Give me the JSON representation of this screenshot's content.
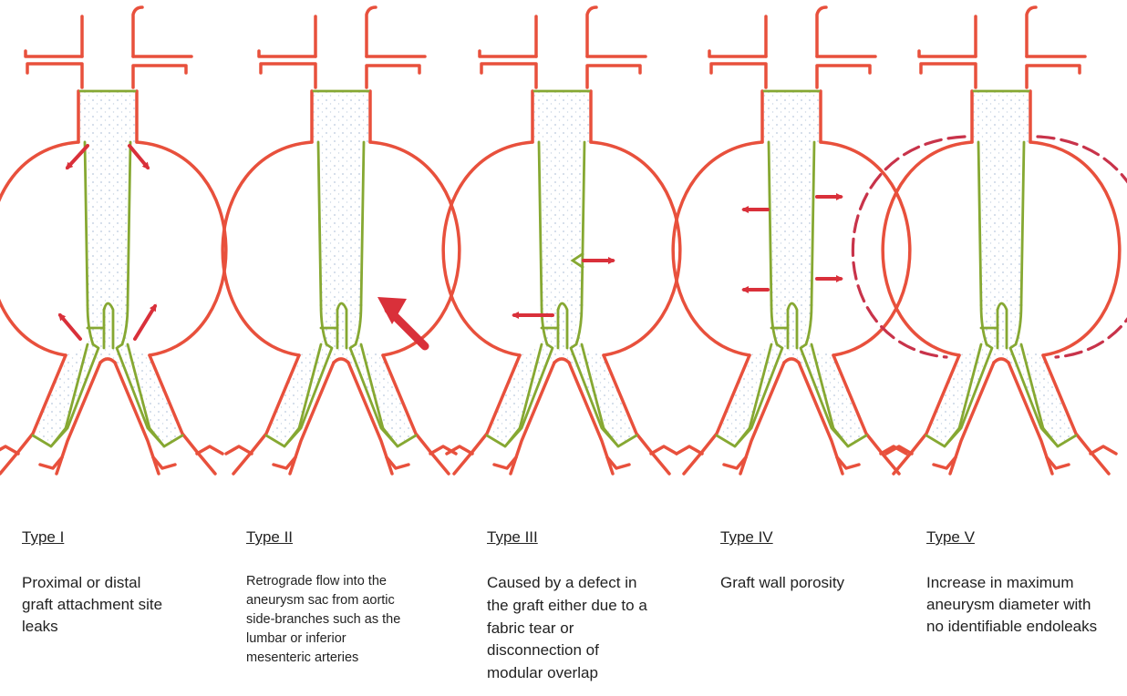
{
  "colors": {
    "vessel": "#e8503c",
    "graft": "#86a832",
    "arrow": "#d9303a",
    "dashed": "#c8334a",
    "stipple": "#b8c8dc"
  },
  "panels": [
    {
      "id": "type1",
      "title": "Type I",
      "description": [
        "Proximal or distal",
        "graft attachment site",
        "leaks"
      ]
    },
    {
      "id": "type2",
      "title": "Type II",
      "description": [
        "Retrograde flow into the",
        "aneurysm sac from aortic",
        "side-branches such as the",
        "lumbar or inferior",
        "mesenteric arteries"
      ]
    },
    {
      "id": "type3",
      "title": "Type III",
      "description": [
        "Caused by a defect in",
        "the graft either due to a",
        "fabric tear or",
        "disconnection of",
        "modular overlap"
      ]
    },
    {
      "id": "type4",
      "title": "Type IV",
      "description": [
        "Graft wall porosity"
      ]
    },
    {
      "id": "type5",
      "title": "Type V",
      "description": [
        "Increase in maximum",
        "aneurysm diameter with",
        "no identifiable endoleaks"
      ]
    }
  ]
}
